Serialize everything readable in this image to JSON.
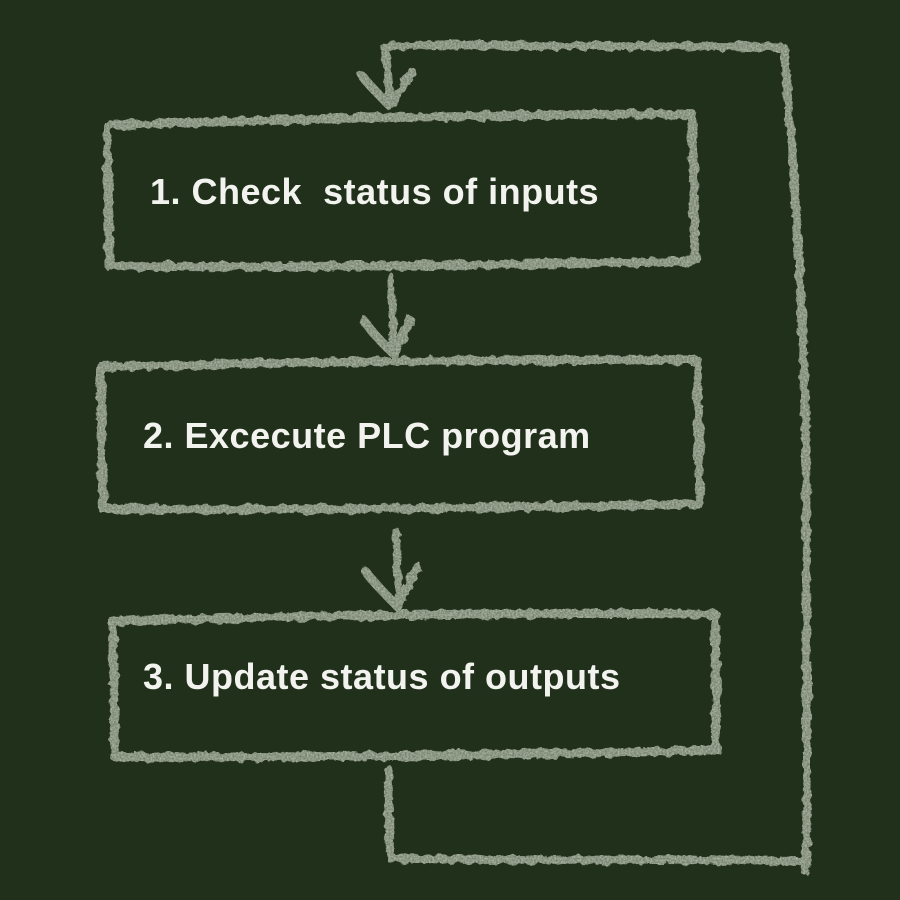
{
  "diagram": {
    "type": "flowchart",
    "style": "chalkboard-hand-drawn",
    "colors": {
      "background": "#21301b",
      "chalk": "#a9b3a0",
      "text": "#f2f3ef"
    },
    "nodes": [
      {
        "id": "1",
        "label": "1. Check  status of inputs"
      },
      {
        "id": "2",
        "label": "2. Excecute PLC program"
      },
      {
        "id": "3",
        "label": "3. Update status of outputs"
      }
    ],
    "edges": [
      {
        "from": "1",
        "to": "2",
        "style": "arrow-down"
      },
      {
        "from": "2",
        "to": "3",
        "style": "arrow-down"
      },
      {
        "from": "3",
        "to": "1",
        "style": "loop-right-side-arrow-down"
      }
    ]
  }
}
